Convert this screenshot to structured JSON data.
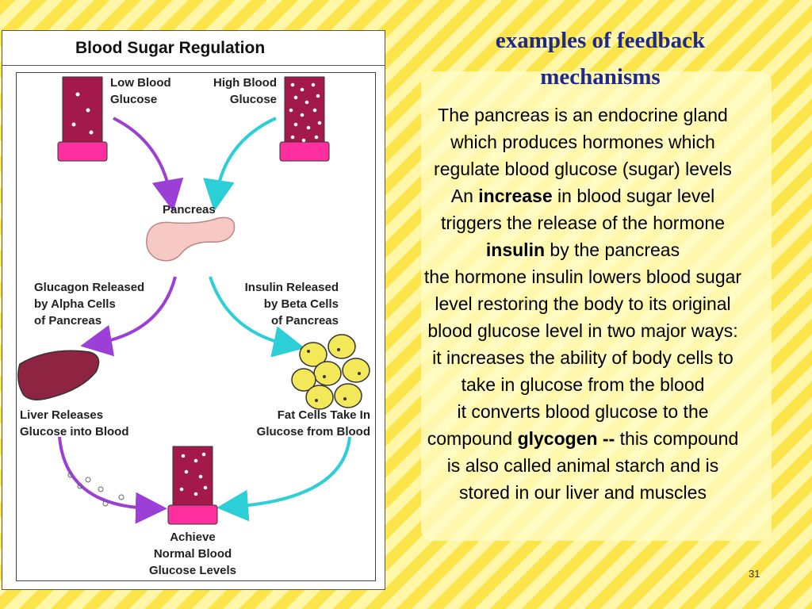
{
  "diagram": {
    "title": "Blood Sugar Regulation",
    "low_glucose_label": [
      "Low Blood",
      "Glucose"
    ],
    "high_glucose_label": [
      "High Blood",
      "Glucose"
    ],
    "pancreas_label": "Pancreas",
    "glucagon_label": [
      "Glucagon Released",
      "by Alpha Cells",
      "of Pancreas"
    ],
    "insulin_label": [
      "Insulin Released",
      "by Beta Cells",
      "of Pancreas"
    ],
    "liver_label": [
      "Liver Releases",
      "Glucose into Blood"
    ],
    "fat_label": [
      "Fat Cells Take In",
      "Glucose from Blood"
    ],
    "normal_label": [
      "Achieve",
      "Normal Blood",
      "Glucose Levels"
    ],
    "colors": {
      "tube": "#a31a4a",
      "tube_base": "#ff2fa0",
      "glucagon_arrow": "#9b3fd6",
      "insulin_arrow": "#2ccfd6",
      "pancreas": "#f6c9c4",
      "liver": "#8e2342",
      "fat_cell": "#f2e85a"
    }
  },
  "slide": {
    "title": [
      "examples of feedback",
      "mechanisms"
    ],
    "title_color": "#1e2a8a",
    "lines": [
      [
        {
          "t": "The pancreas is an endocrine gland"
        }
      ],
      [
        {
          "t": "which produces hormones which"
        }
      ],
      [
        {
          "t": "regulate blood glucose (sugar) levels"
        }
      ],
      [
        {
          "t": "An "
        },
        {
          "t": "increase",
          "b": true
        },
        {
          "t": " in blood sugar level"
        }
      ],
      [
        {
          "t": "triggers the release of the hormone"
        }
      ],
      [
        {
          "t": "insulin",
          "b": true
        },
        {
          "t": " by the pancreas"
        }
      ],
      [
        {
          "t": "the hormone insulin lowers blood sugar"
        }
      ],
      [
        {
          "t": "level restoring the body to its original"
        }
      ],
      [
        {
          "t": "blood glucose level in two major ways:"
        }
      ],
      [
        {
          "t": "it increases the ability of body cells to"
        }
      ],
      [
        {
          "t": "take in glucose from the blood"
        }
      ],
      [
        {
          "t": "it converts blood glucose to the"
        }
      ],
      [
        {
          "t": "compound "
        },
        {
          "t": "glycogen --",
          "b": true
        },
        {
          "t": " this compound"
        }
      ],
      [
        {
          "t": "is also called animal starch and is"
        }
      ],
      [
        {
          "t": "stored in our liver and muscles"
        }
      ]
    ],
    "page_number": "31"
  }
}
